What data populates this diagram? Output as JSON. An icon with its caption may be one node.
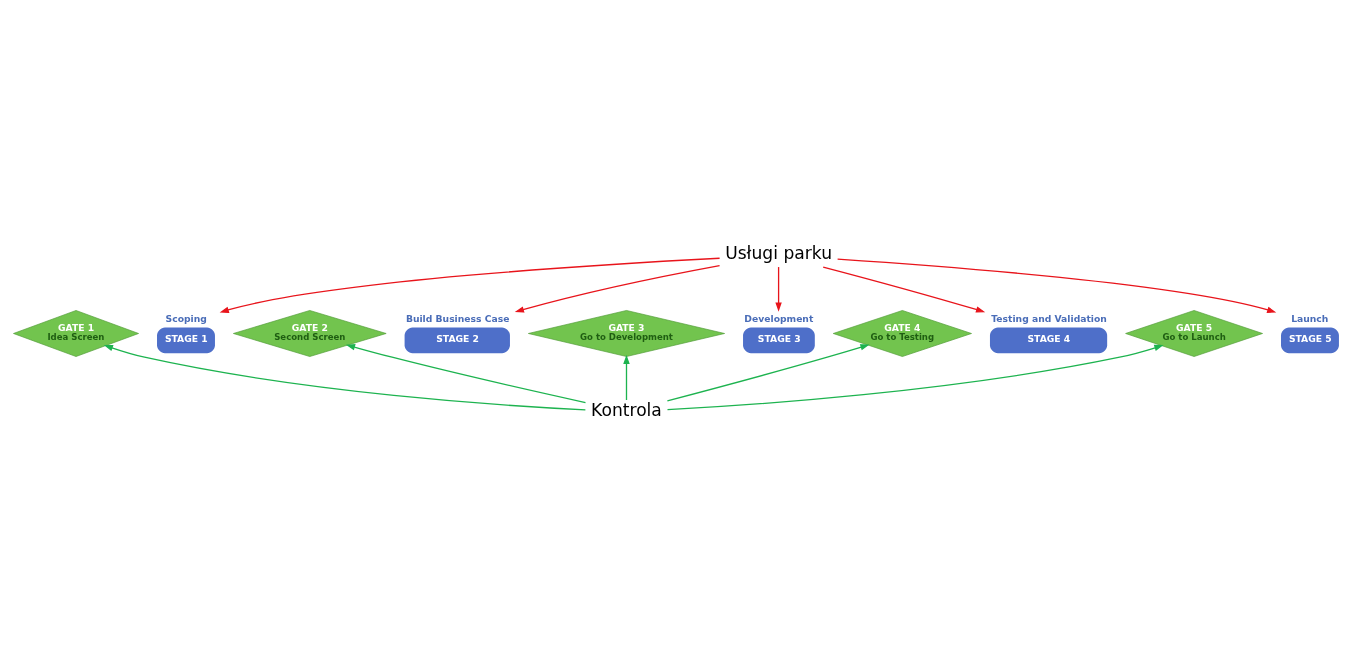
{
  "diagram": {
    "nodes": [
      {
        "text": [
          "Usługi parku"
        ]
      },
      {
        "text": [
          "GATE 1",
          "Idea Screen"
        ]
      },
      {
        "text": [
          "Scoping",
          "STAGE 1"
        ]
      },
      {
        "text": [
          "GATE 2",
          "Second Screen"
        ]
      },
      {
        "text": [
          "Build Business Case",
          "STAGE 2"
        ]
      },
      {
        "text": [
          "GATE 3",
          "Go to Development"
        ]
      },
      {
        "text": [
          "Development",
          "STAGE 3"
        ]
      },
      {
        "text": [
          "GATE 4",
          "Go to Testing"
        ]
      },
      {
        "text": [
          "Testing and Validation",
          "STAGE 4"
        ]
      },
      {
        "text": [
          "GATE 5",
          "Go to Launch"
        ]
      },
      {
        "text": [
          "Launch",
          "STAGE 5"
        ]
      },
      {
        "text": [
          "Kontrola"
        ]
      }
    ],
    "edges": [
      {
        "from": 0,
        "to": 2,
        "arrow": "to",
        "color": "#e8141b"
      },
      {
        "from": 0,
        "to": 4,
        "arrow": "to",
        "color": "#e8141b"
      },
      {
        "from": 0,
        "to": 6,
        "arrow": "to",
        "color": "#e8141b"
      },
      {
        "from": 0,
        "to": 8,
        "arrow": "to",
        "color": "#e8141b"
      },
      {
        "from": 0,
        "to": 10,
        "arrow": "to",
        "color": "#e8141b"
      },
      {
        "from": 11,
        "to": 1,
        "arrow": "to",
        "color": "#1db34f"
      },
      {
        "from": 11,
        "to": 3,
        "arrow": "to",
        "color": "#1db34f"
      },
      {
        "from": 11,
        "to": 5,
        "arrow": "to",
        "color": "#1db34f"
      },
      {
        "from": 11,
        "to": 7,
        "arrow": "to",
        "color": "#1db34f"
      },
      {
        "from": 11,
        "to": 9,
        "arrow": "to",
        "color": "#1db34f"
      }
    ]
  }
}
